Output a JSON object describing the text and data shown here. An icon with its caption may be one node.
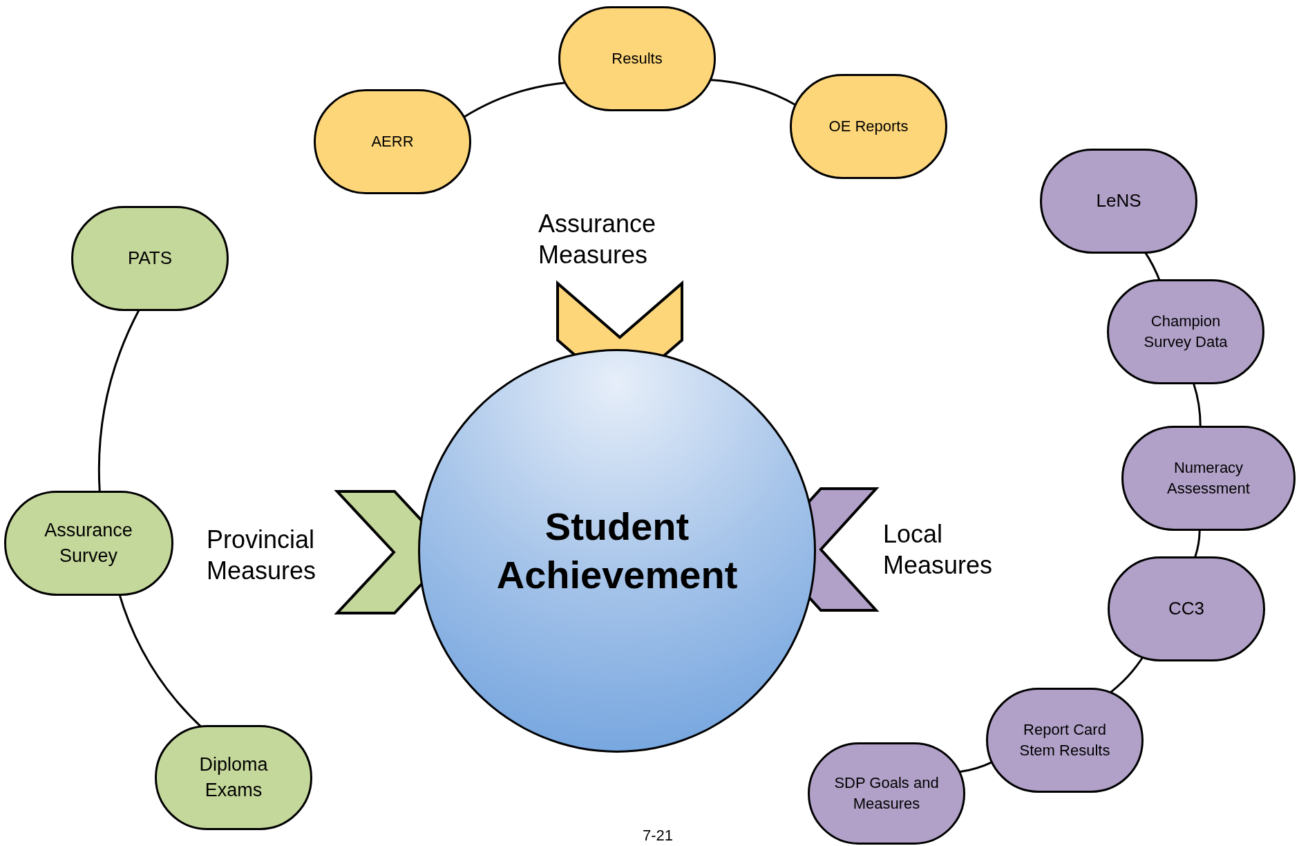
{
  "diagram": {
    "nodes": [
      {
        "text": [
          "Results"
        ]
      },
      {
        "text": [
          "AERR"
        ]
      },
      {
        "text": [
          "OE Reports"
        ]
      },
      {
        "text": [
          "PATS"
        ]
      },
      {
        "text": [
          "Assurance Survey"
        ]
      },
      {
        "text": [
          "Diploma Exams"
        ]
      },
      {
        "text": [
          "LeNS"
        ]
      },
      {
        "text": [
          "Champion Survey Data"
        ]
      },
      {
        "text": [
          "Numeracy Assessment"
        ]
      },
      {
        "text": [
          "CC3"
        ]
      },
      {
        "text": [
          "Report Card Stem Results"
        ]
      },
      {
        "text": [
          "SDP Goals and Measures"
        ]
      },
      {
        "text": [
          "Assurance Measures"
        ]
      },
      {
        "text": [
          "Provincial Measures"
        ]
      },
      {
        "text": [
          "Local Measures"
        ]
      },
      {
        "text": [
          "Student Achievement"
        ]
      }
    ],
    "edges": [
      {
        "from": 0,
        "to": 1,
        "arrow": "none"
      },
      {
        "from": 0,
        "to": 2,
        "arrow": "none"
      },
      {
        "from": 3,
        "to": 4,
        "arrow": "none"
      },
      {
        "from": 4,
        "to": 5,
        "arrow": "none"
      },
      {
        "from": 6,
        "to": 7,
        "arrow": "none"
      },
      {
        "from": 7,
        "to": 8,
        "arrow": "none"
      },
      {
        "from": 8,
        "to": 9,
        "arrow": "none"
      },
      {
        "from": 9,
        "to": 10,
        "arrow": "none"
      },
      {
        "from": 10,
        "to": 11,
        "arrow": "none"
      },
      {
        "from": 12,
        "to": 15,
        "arrow": "to",
        "style": "thick",
        "color": "#fdd67a"
      },
      {
        "from": 13,
        "to": 15,
        "arrow": "to",
        "style": "thick",
        "color": "#c5d89b"
      },
      {
        "from": 14,
        "to": 15,
        "arrow": "to",
        "style": "thick",
        "color": "#b1a1c8"
      }
    ],
    "labels": [
      "7-21"
    ]
  }
}
